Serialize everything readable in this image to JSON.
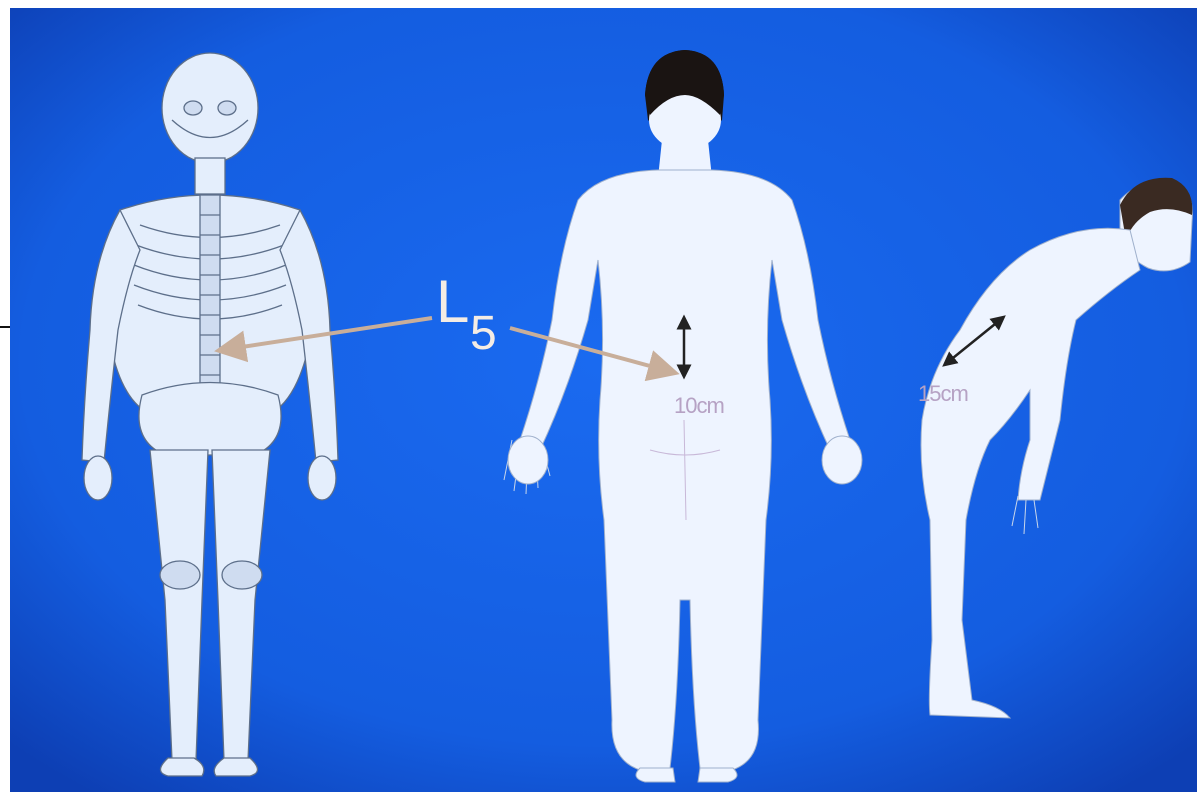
{
  "figure": {
    "vertebra_label_letter": "L",
    "vertebra_label_number": "5",
    "standing_measure_label": "10cm",
    "flexion_measure_label": "15cm",
    "colors": {
      "background": "#1560e6",
      "figure_fill": "#eef4ff",
      "arrow": "#c8ae9a",
      "measure_text": "#b6a2c4",
      "hair": "#1a1412"
    },
    "panels": [
      "skeleton-front-view",
      "body-back-view-standing",
      "body-side-view-forward-bend"
    ]
  }
}
